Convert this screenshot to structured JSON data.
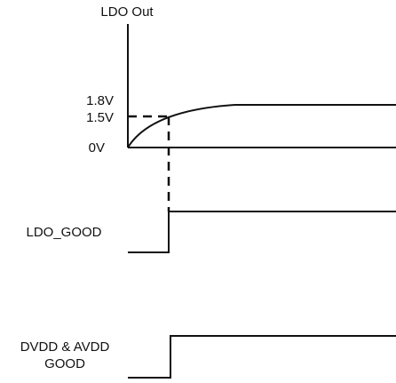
{
  "diagram": {
    "ldo_out_label": "LDO Out",
    "v_1_8_label": "1.8V",
    "v_1_5_label": "1.5V",
    "v_0_label": "0V",
    "ldo_good_label": "LDO_GOOD",
    "dvdd_avdd_label_line1": "DVDD & AVDD",
    "dvdd_avdd_label_line2": "GOOD",
    "line_color": "#111111"
  }
}
